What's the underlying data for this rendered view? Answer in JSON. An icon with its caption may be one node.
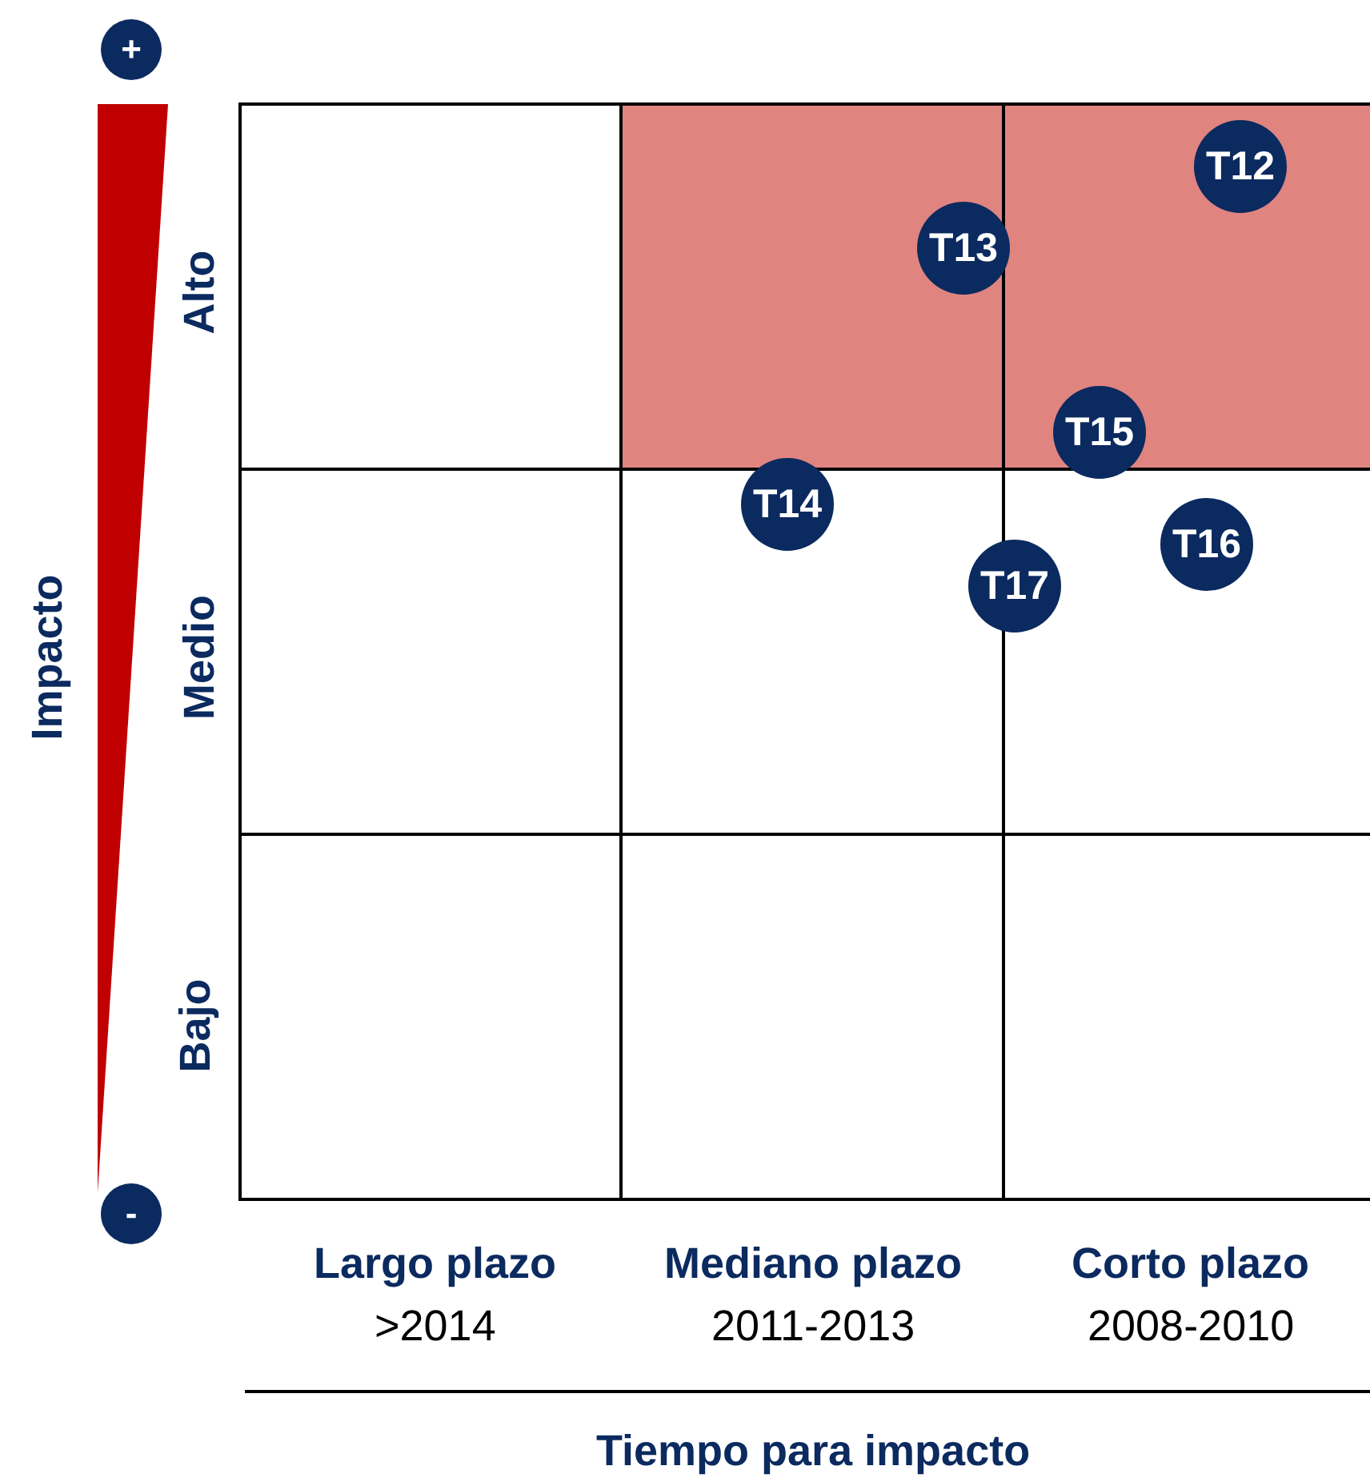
{
  "diagram": {
    "nodes": [
      {
        "text": [
          "+"
        ]
      },
      {
        "text": [
          "T12"
        ]
      },
      {
        "text": [
          "T13"
        ]
      },
      {
        "text": [
          "T15"
        ]
      },
      {
        "text": [
          "T14"
        ]
      },
      {
        "text": [
          "T16"
        ]
      },
      {
        "text": [
          "T17"
        ]
      },
      {
        "text": [
          "-"
        ]
      }
    ],
    "labels": [
      "Impacto",
      "Alto",
      "Medio",
      "Bajo",
      "Largo plazo",
      ">2014",
      "Mediano plazo",
      "2011-2013",
      "Corto plazo",
      "2008-2010",
      "Tiempo para impacto"
    ]
  }
}
